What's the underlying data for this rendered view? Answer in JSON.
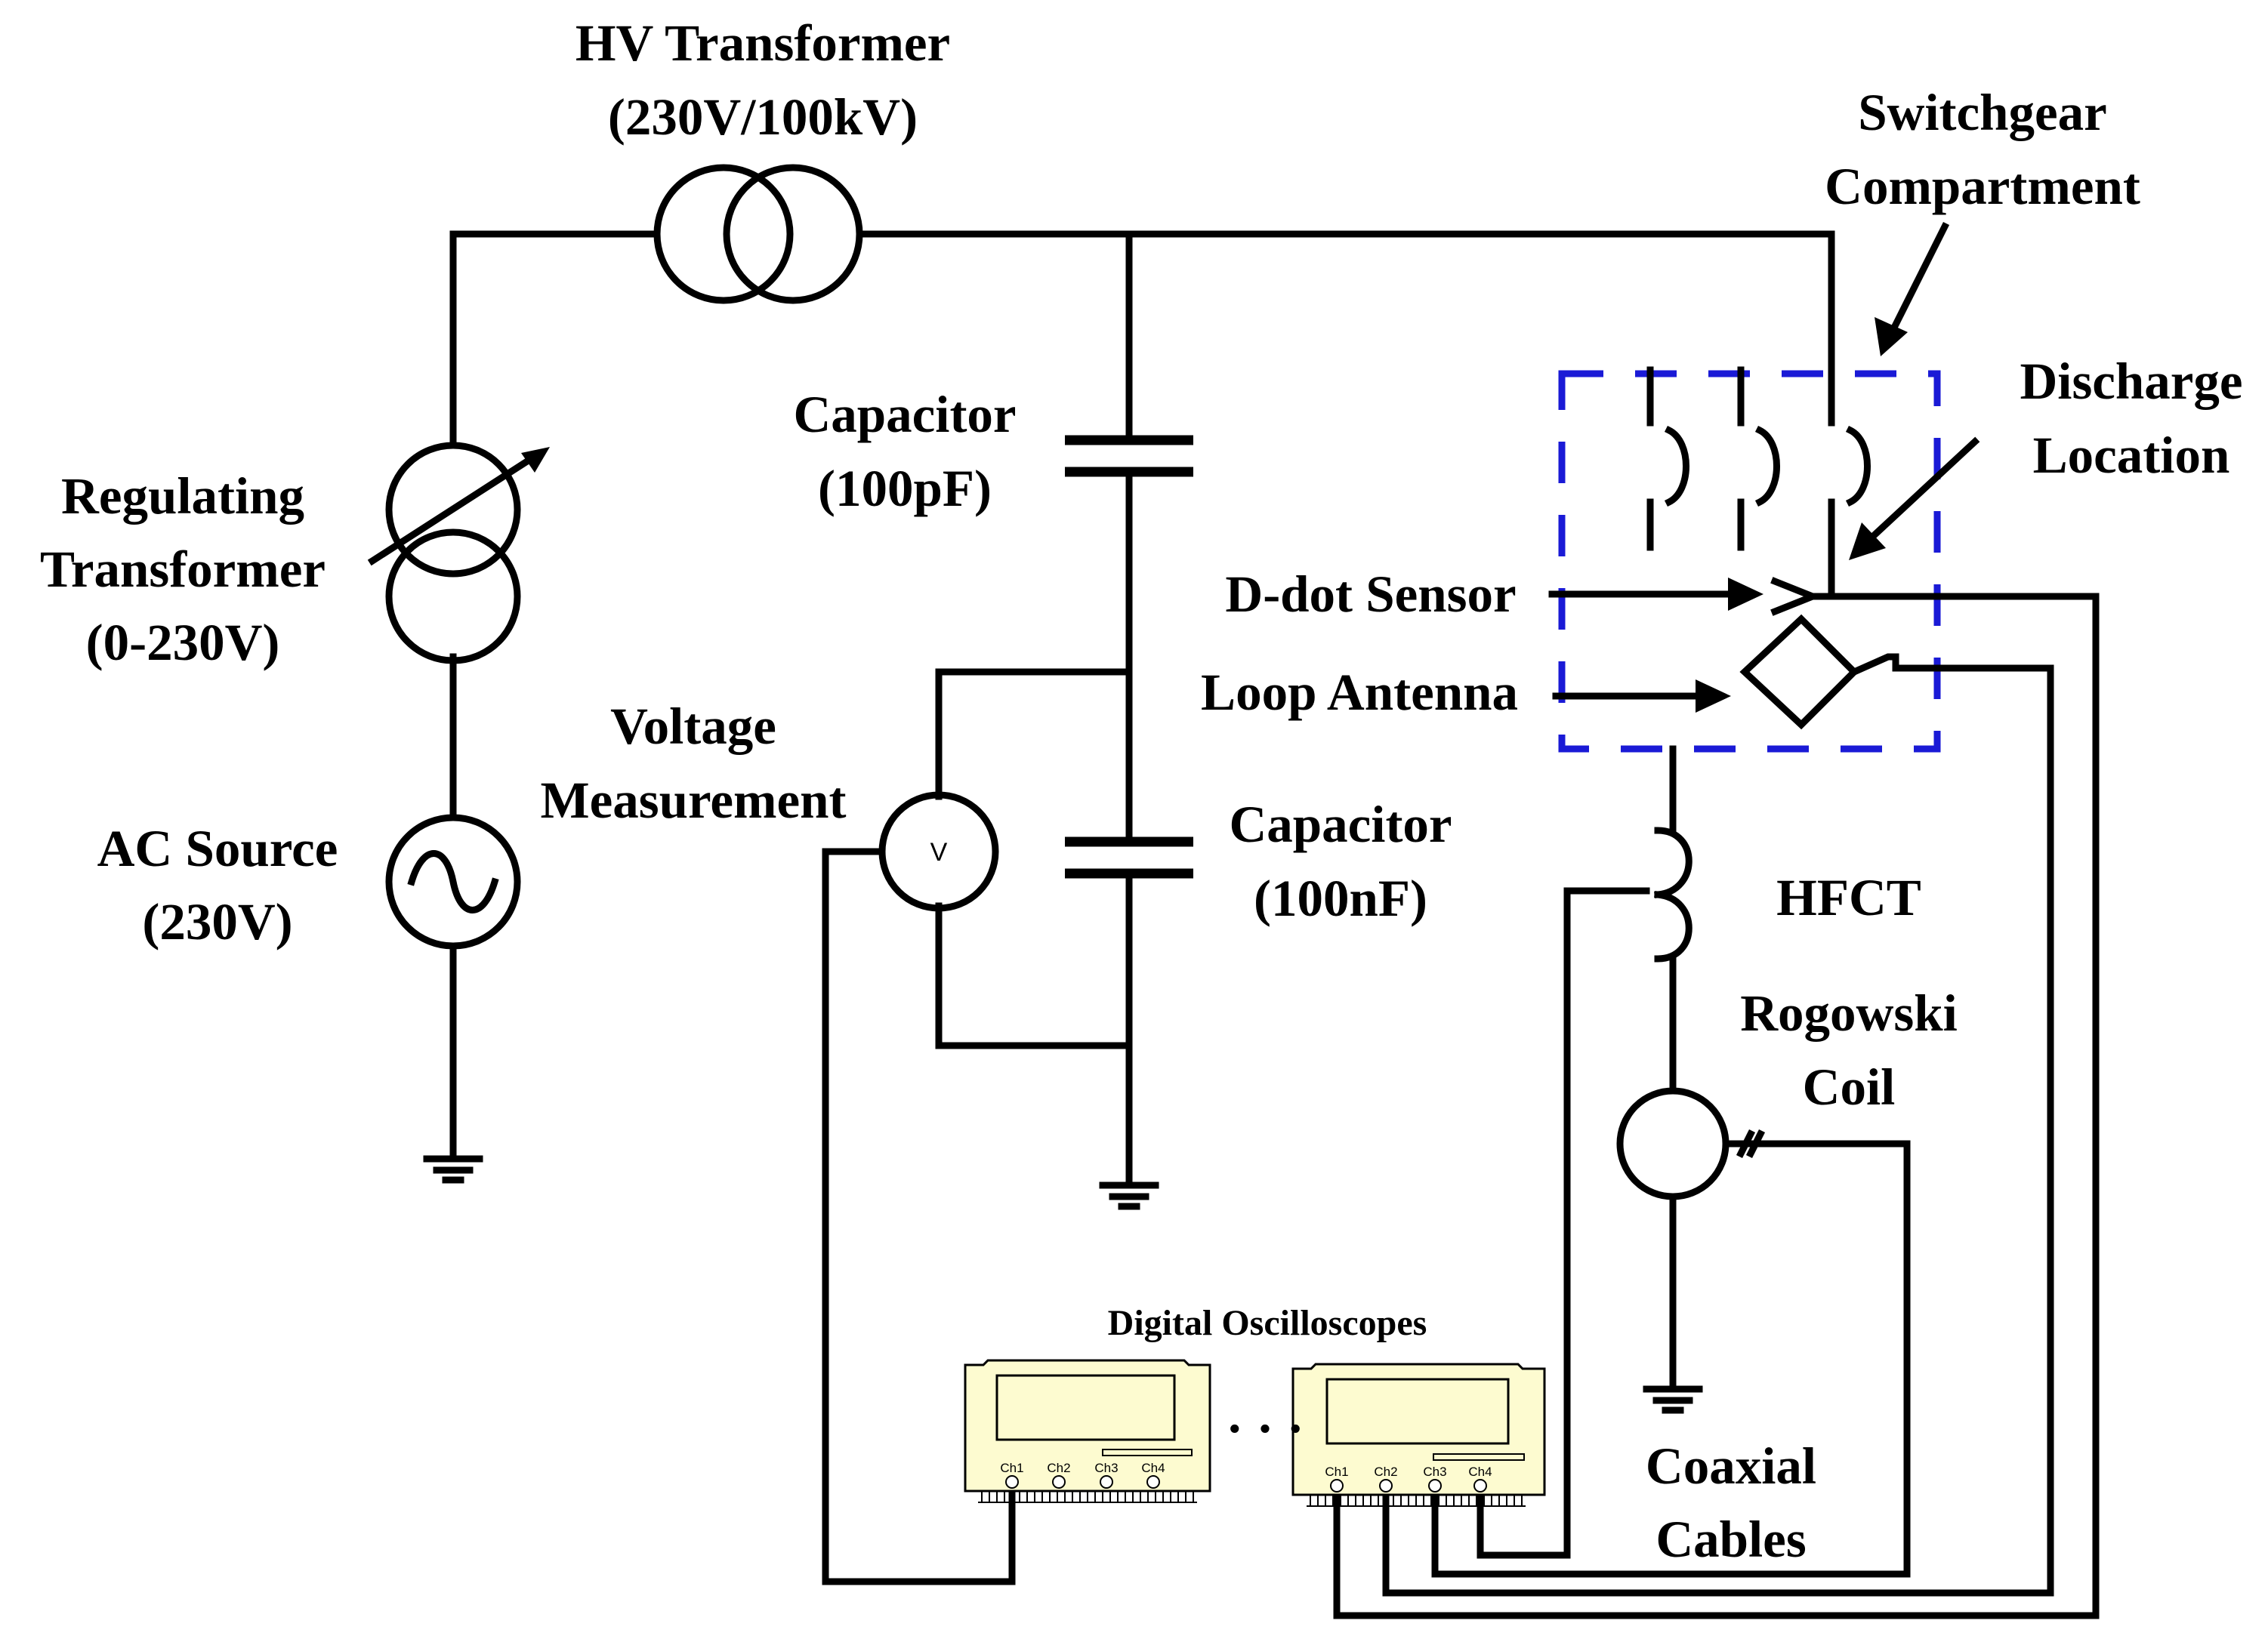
{
  "labels": {
    "hv_transformer": [
      "HV Transformer",
      "(230V/100kV)"
    ],
    "regulating_transformer": [
      "Regulating",
      "Transformer",
      "(0-230V)"
    ],
    "ac_source": [
      "AC Source",
      "(230V)"
    ],
    "capacitor_1": [
      "Capacitor",
      "(100pF)"
    ],
    "capacitor_2": [
      "Capacitor",
      "(100nF)"
    ],
    "voltage_measurement": [
      "Voltage",
      "Measurement"
    ],
    "switchgear": [
      "Switchgear",
      "Compartment"
    ],
    "discharge_location": [
      "Discharge",
      "Location"
    ],
    "d_dot_sensor": "D-dot Sensor",
    "loop_antenna": "Loop Antenna",
    "hfct": "HFCT",
    "rogowski": [
      "Rogowski",
      "Coil"
    ],
    "coaxial": [
      "Coaxial",
      "Cables"
    ],
    "oscilloscopes": "Digital Oscilloscopes",
    "ellipsis": "· · ·",
    "voltmeter_symbol": "V",
    "channels": [
      "Ch1",
      "Ch2",
      "Ch3",
      "Ch4"
    ]
  },
  "colors": {
    "wire": "#000000",
    "compartment_border": "#1a1ad6",
    "oscilloscope_fill": "#fdfbd0"
  }
}
